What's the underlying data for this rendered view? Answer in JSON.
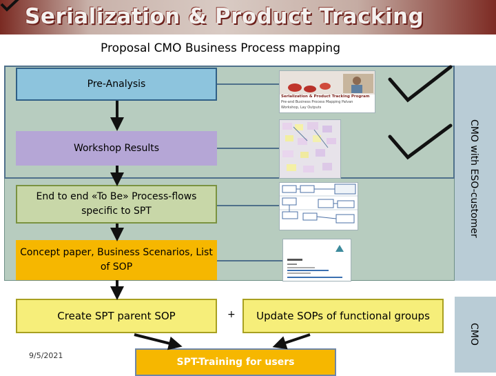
{
  "banner": {
    "title": "Serialization & Product Tracking"
  },
  "subtitle": "Proposal CMO Business Process mapping",
  "regions": {
    "eso_label": "CMO with ESO-customer",
    "cmo_label": "CMO"
  },
  "steps": {
    "pre_analysis": "Pre-Analysis",
    "workshop": "Workshop Results",
    "end_to_end": "End to end «To Be» Process-flows specific to SPT",
    "concept": "Concept paper, Business Scenarios, List of SOP",
    "create_sop": "Create SPT parent SOP",
    "plus": "+",
    "update_sop": "Update SOPs of functional groups",
    "training": "SPT-Training for users"
  },
  "thumbnails": {
    "program_cover": [
      "Serialization & Product Tracking Program",
      "Pre-and Business Process Mapping Palvan",
      "Workshop, Lay Outputs"
    ]
  },
  "footer": {
    "date": "9/5/2021"
  },
  "colors": {
    "pre_analysis": "#8dc4dd",
    "workshop": "#b5a6d6",
    "end_to_end": "#c8d7a8",
    "concept": "#f6b700",
    "sop": "#f6ee7a",
    "region": "#b7ccbf",
    "side_strip": "#b9ccd6"
  },
  "icons": [
    "checkmark-icon",
    "down-arrow-icon"
  ]
}
